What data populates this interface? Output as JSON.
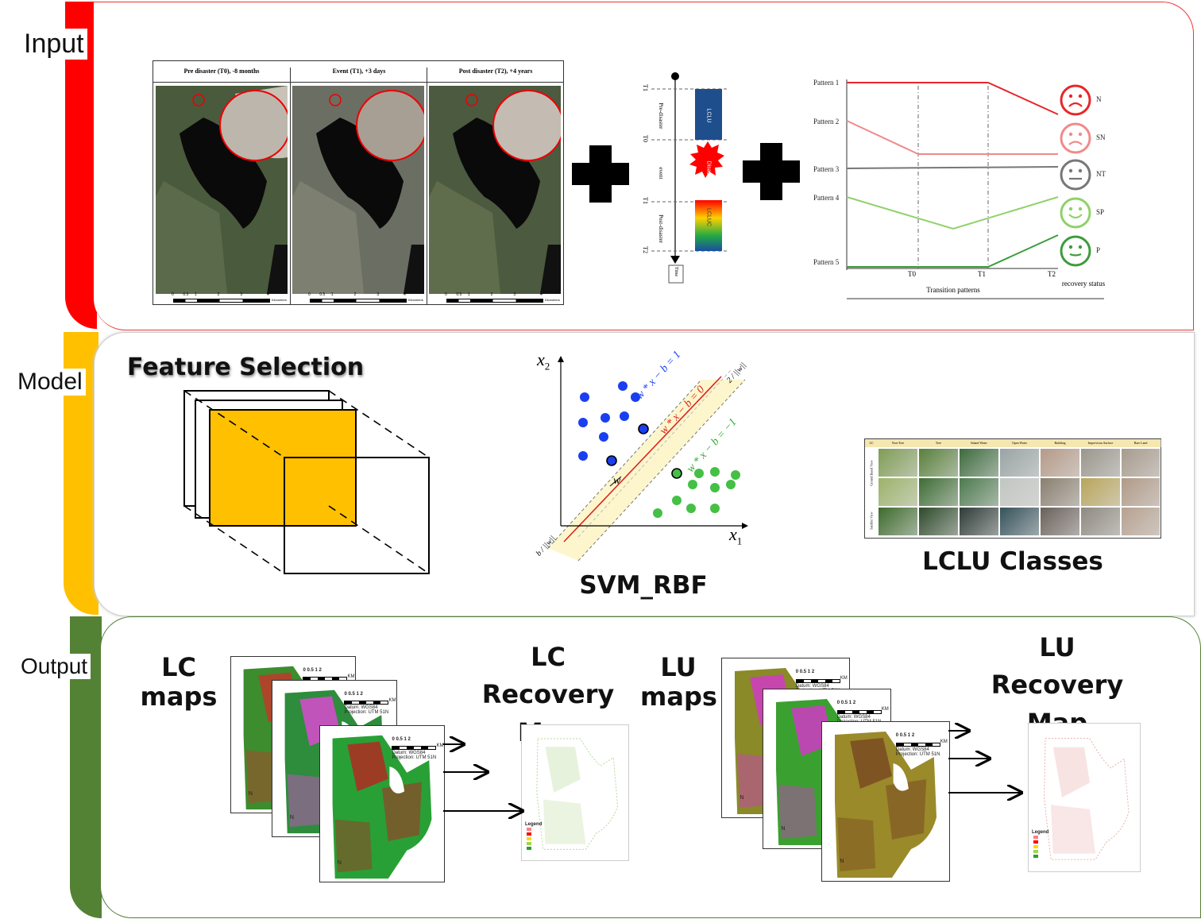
{
  "sections": {
    "input": {
      "label": "Input",
      "color": "#ff0000"
    },
    "model": {
      "label": "Model",
      "color": "#ffc000"
    },
    "output": {
      "label": "Output",
      "color": "#548235"
    }
  },
  "input": {
    "imagery_panels": [
      {
        "caption": "Pre disaster (T0), -8 months"
      },
      {
        "caption": "Event (T1), +3 days"
      },
      {
        "caption": "Post disaster (T2), +4 years"
      }
    ],
    "scale_bar": {
      "ticks": [
        "0",
        "0.5",
        "1",
        "2",
        "3",
        "4"
      ],
      "unit": "Kilometers"
    },
    "timeline": {
      "ticks": [
        "T1",
        "T0",
        "T1",
        "T2"
      ],
      "phases": [
        "Pre-disaster",
        "event",
        "Post-disaster"
      ],
      "boxes": [
        "LCLU",
        "Disaster",
        "LCLUC"
      ],
      "axis_label": "Time"
    },
    "transition_chart": {
      "patterns": [
        "Pattern 1",
        "Pattern 2",
        "Pattern 3",
        "Pattern 4",
        "Pattern 5"
      ],
      "x_ticks": [
        "T0",
        "T1",
        "T2"
      ],
      "xlabel": "Transition patterns",
      "status_label": "recovery status",
      "status_codes": [
        "N",
        "SN",
        "NT",
        "SP",
        "P"
      ],
      "colors": {
        "N": "#e8262b",
        "SN": "#f08a8a",
        "NT": "#777777",
        "SP": "#8fd16a",
        "P": "#3c9c3c"
      }
    }
  },
  "model": {
    "feature_selection_title": "Feature Selection",
    "feature_fill": "#ffc000",
    "svm": {
      "title": "SVM_RBF",
      "x1": "x",
      "x1_sub": "1",
      "x2": "x",
      "x2_sub": "2",
      "eq_top": "w * x − b = 1",
      "eq_mid": "w * x − b = 0",
      "eq_bot": "w * x − b = −1",
      "w_label": "w",
      "margin_label": "2 / ||w||",
      "offset_label": "b / ||w||"
    },
    "lclu": {
      "title": "LCLU Classes",
      "columns": [
        "LC",
        "Non-Tree",
        "Tree",
        "Inland Water",
        "Open Water",
        "Building",
        "Impervious Surface",
        "Bare Land"
      ],
      "rows": [
        "Ground Based View",
        "Satellite View"
      ]
    }
  },
  "output": {
    "lc_maps_label": "LC maps",
    "lc_recovery_label": "LC Recovery Map",
    "lu_maps_label": "LU maps",
    "lu_recovery_label": "LU Recovery Map",
    "map_datum": "Datum: WGS84",
    "map_projection": "Projection: UTM 51N",
    "map_scale_ticks": [
      "0",
      "0.5",
      "1",
      "2"
    ],
    "map_scale_unit": "KM",
    "north": "N",
    "legend_title": "Legend"
  }
}
